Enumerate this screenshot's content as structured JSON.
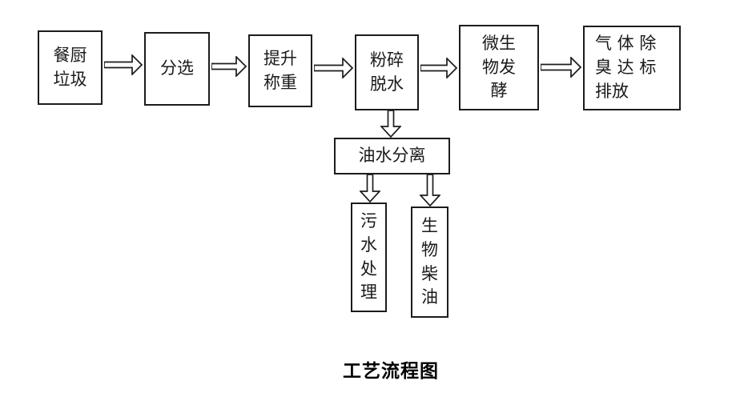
{
  "diagram": {
    "title": "工艺流程图",
    "nodes": {
      "kitchen_waste": {
        "lines": [
          "餐厨",
          "垃圾"
        ]
      },
      "sorting": {
        "lines": [
          "分选"
        ]
      },
      "lift_weigh": {
        "lines": [
          "提升",
          "称重"
        ]
      },
      "crush_dewater": {
        "lines": [
          "粉碎",
          "脱水"
        ]
      },
      "fermentation": {
        "lines": [
          "微生",
          "物发",
          "酵"
        ]
      },
      "gas_discharge": {
        "lines": [
          "气 体 除",
          "臭 达 标",
          "排放"
        ]
      },
      "oil_water_separation": {
        "lines": [
          "油水分离"
        ]
      },
      "sewage_treatment": {
        "lines": [
          "污",
          "水",
          "处",
          "理"
        ]
      },
      "biodiesel": {
        "lines": [
          "生",
          "物",
          "柴",
          "油"
        ]
      }
    },
    "line_color": "#1c1c1c",
    "background_color": "#ffffff"
  }
}
